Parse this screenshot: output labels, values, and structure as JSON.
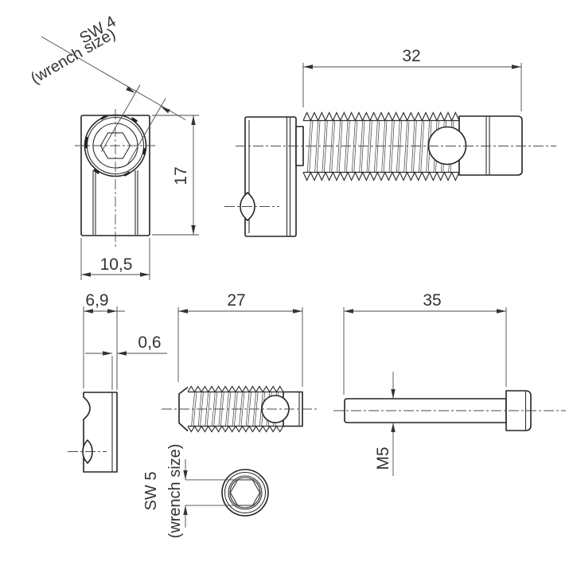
{
  "drawing": {
    "background": "#ffffff",
    "line_color": "#232323",
    "thin_line_color": "#4a4a4a",
    "text_color": "#333333",
    "views": {
      "front": {
        "wrench_label_line1": "SW 4",
        "wrench_label_line2": "(wrench size)",
        "height_dim": "17",
        "width_dim": "10,5"
      },
      "assembly_side": {
        "length_dim": "32"
      },
      "plate_side": {
        "width_dim": "6,9",
        "slot_dim": "0,6"
      },
      "set_screw_side": {
        "length_dim": "27"
      },
      "cap_screw": {
        "length_dim": "35",
        "thread_dim": "M5"
      },
      "socket_end": {
        "wrench_label_line1": "SW 5",
        "wrench_label_line2": "(wrench size)"
      }
    }
  }
}
